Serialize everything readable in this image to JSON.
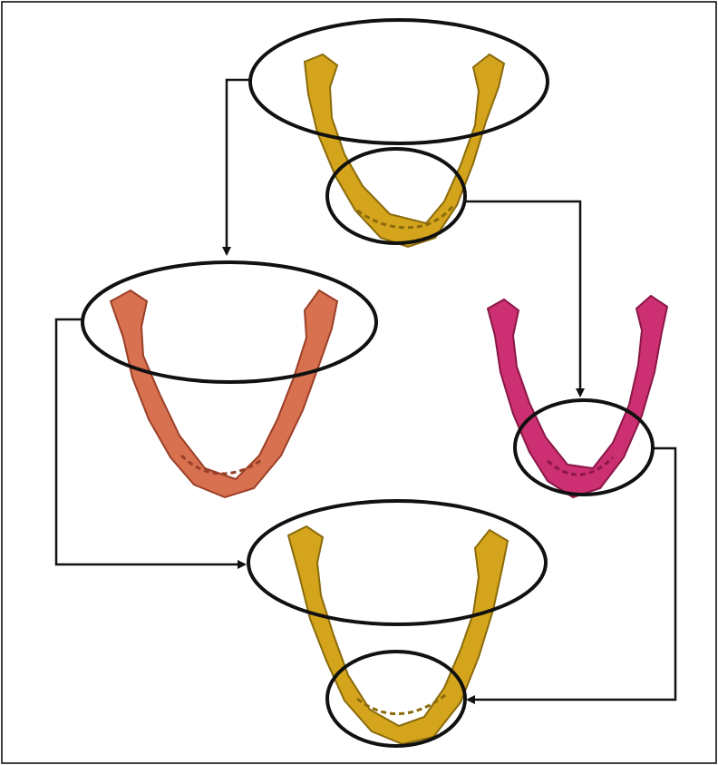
{
  "figure": {
    "border_color": "#000000",
    "background": "#ffffff"
  },
  "mandibles": [
    {
      "id": "mandible-top-source",
      "color": "#d4a51c",
      "shade": "#8a6a0c",
      "highlight": "#f0cd4f"
    },
    {
      "id": "mandible-left-donor",
      "color": "#d8714f",
      "shade": "#9a3f28",
      "highlight": "#f0a080"
    },
    {
      "id": "mandible-right-donor",
      "color": "#cc2f72",
      "shade": "#8a1745",
      "highlight": "#ea7aa8"
    },
    {
      "id": "mandible-bottom-result",
      "color": "#d4a51c",
      "shade": "#8a6a0c",
      "highlight": "#f0cd4f"
    }
  ],
  "regions": [
    {
      "id": "top-ramus-region"
    },
    {
      "id": "top-chin-region"
    },
    {
      "id": "left-ramus-region"
    },
    {
      "id": "right-chin-region"
    },
    {
      "id": "bottom-ramus-region"
    },
    {
      "id": "bottom-chin-region"
    }
  ],
  "arrows": [
    {
      "id": "arrow-top-ramus-to-left"
    },
    {
      "id": "arrow-top-chin-to-right"
    },
    {
      "id": "arrow-left-ramus-to-bottom"
    },
    {
      "id": "arrow-right-chin-to-bottom"
    }
  ],
  "style": {
    "ellipse_stroke": "#111111",
    "arrow_stroke": "#111111"
  }
}
